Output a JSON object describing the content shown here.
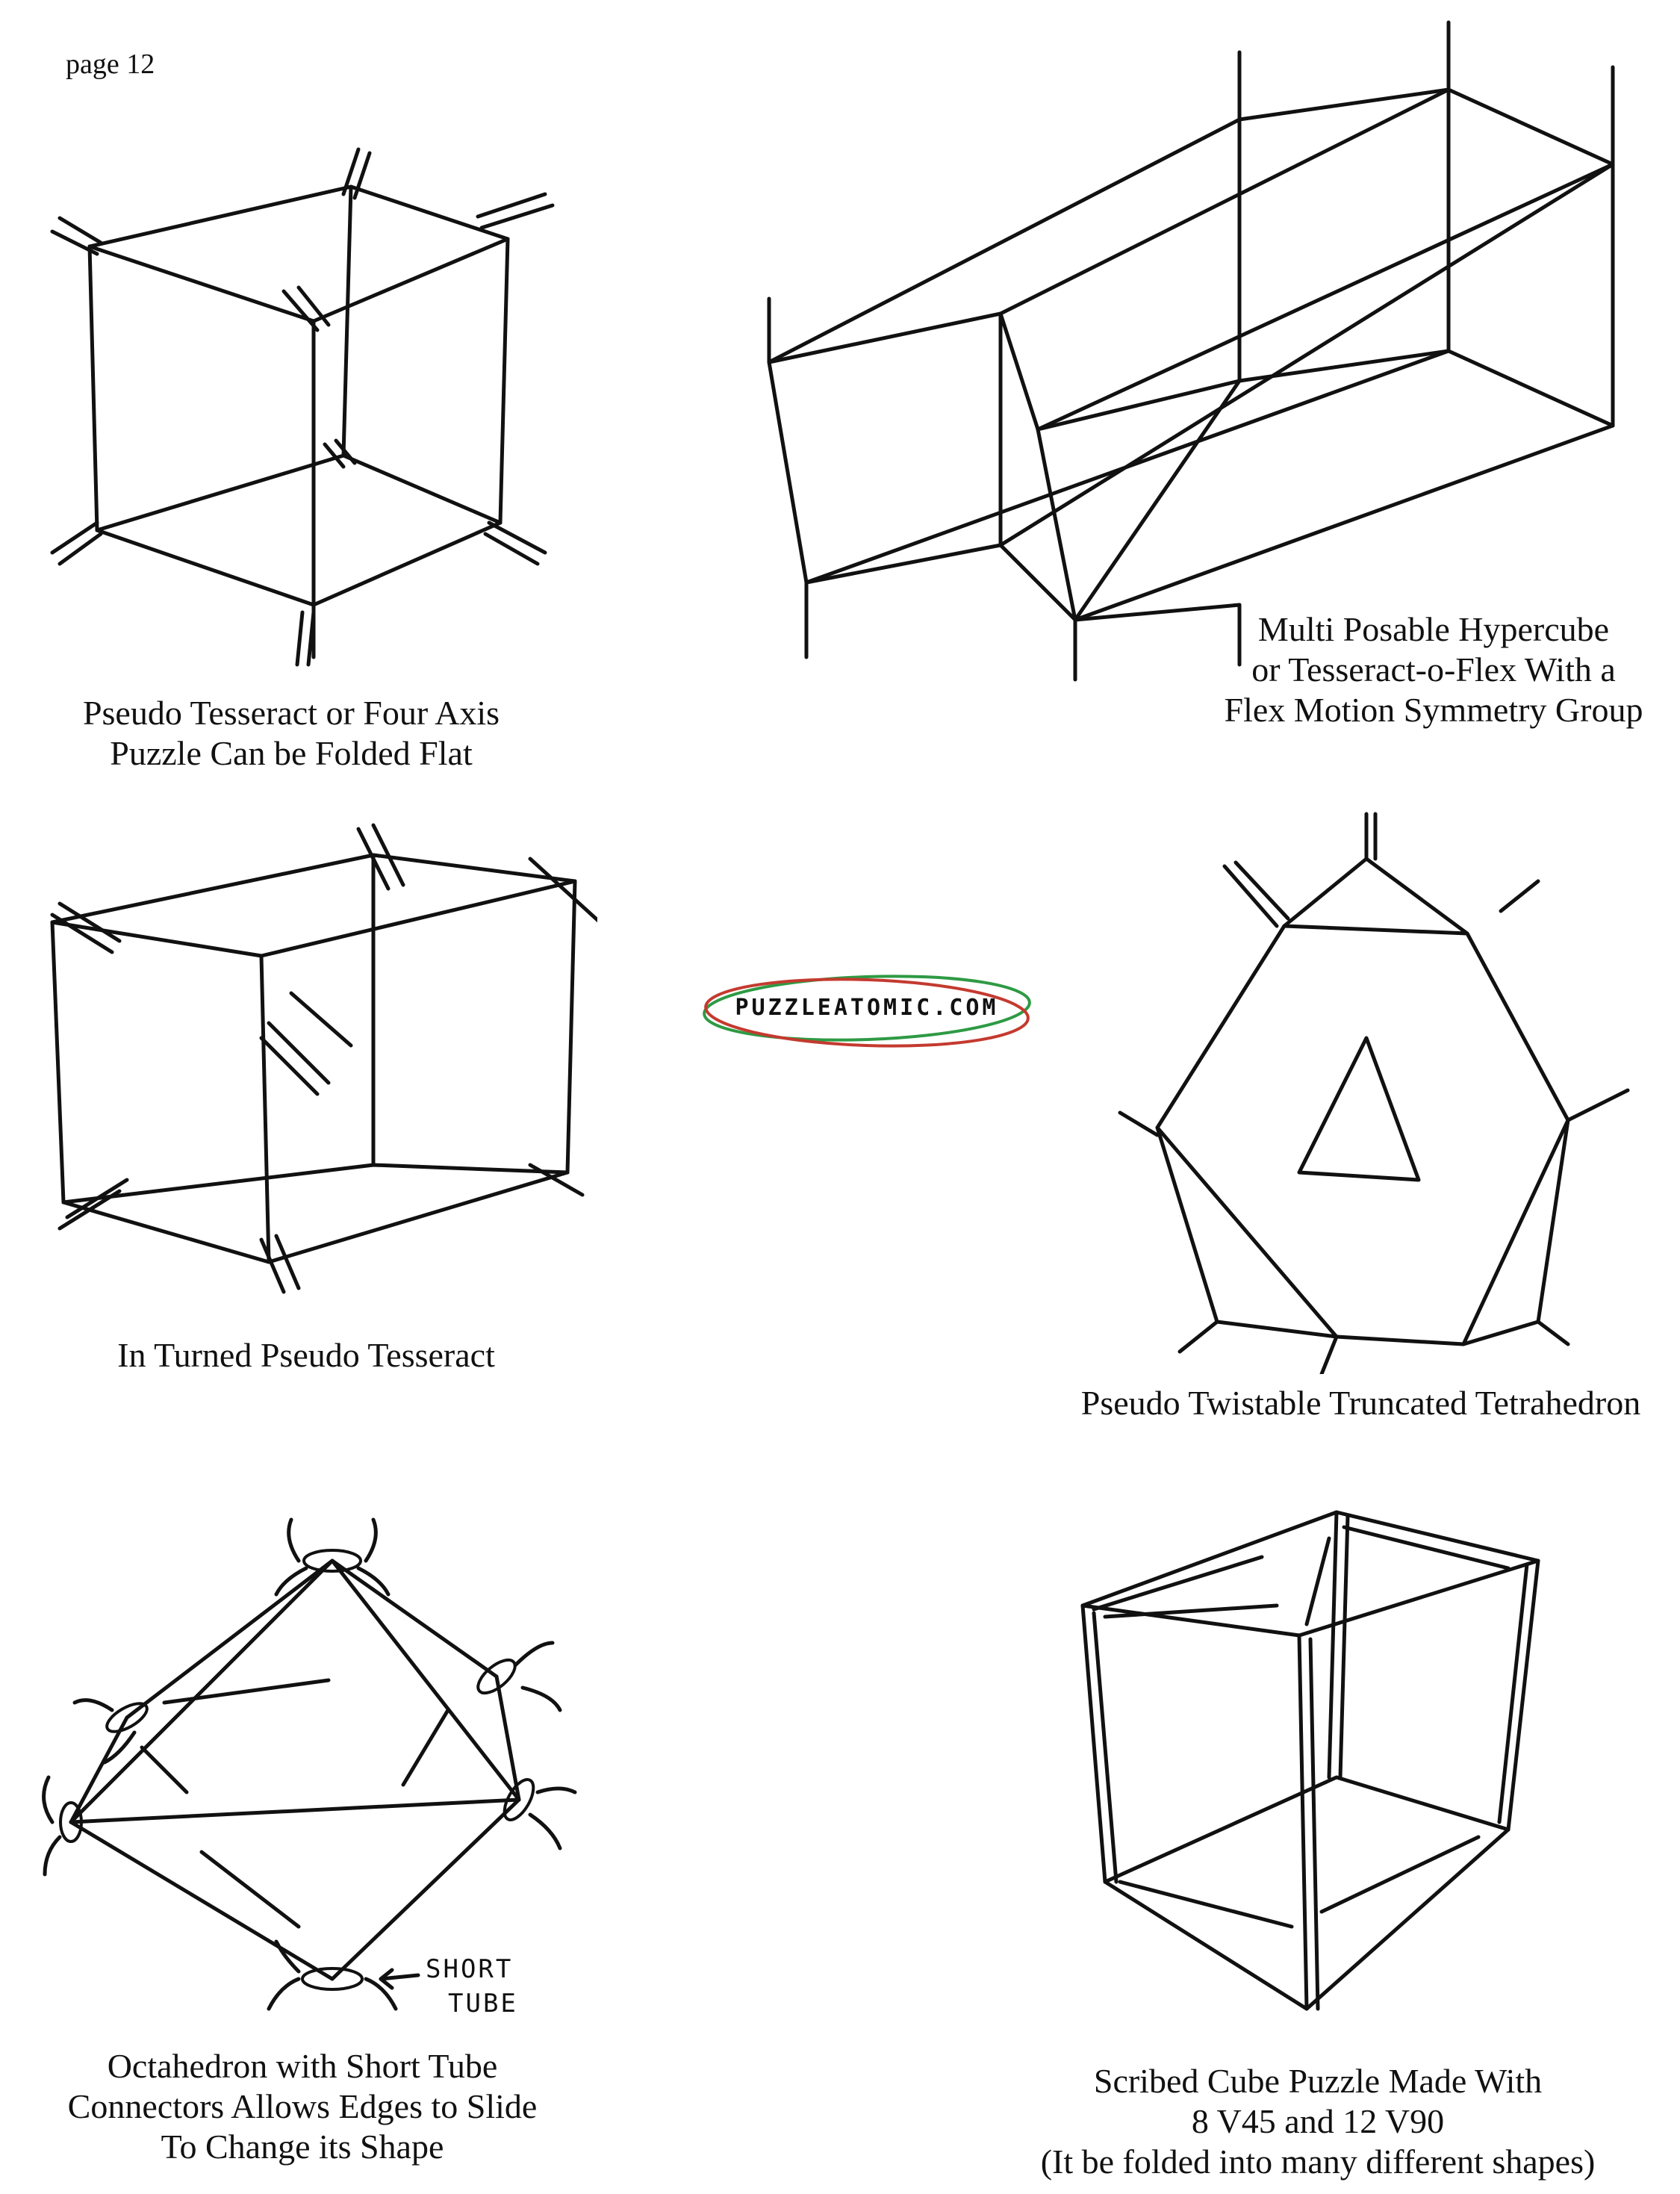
{
  "page_number": "page 12",
  "logo": {
    "text": "PUZZLEATOMIC.COM",
    "ring_colors": [
      "#2e9a44",
      "#c43a2f"
    ]
  },
  "figures": [
    {
      "caption_lines": [
        "Pseudo Tesseract or Four Axis",
        "Puzzle Can be Folded Flat"
      ]
    },
    {
      "caption_lines": [
        "Multi Posable Hypercube",
        "or Tesseract-o-Flex With a",
        "Flex Motion Symmetry Group"
      ]
    },
    {
      "caption_lines": [
        "In Turned Pseudo Tesseract"
      ]
    },
    {
      "caption_lines": [
        "Pseudo Twistable Truncated Tetrahedron"
      ]
    },
    {
      "caption_lines": [
        "Octahedron with Short Tube",
        "Connectors Allows Edges to Slide",
        "To Change its Shape"
      ],
      "annotation_lines": [
        "SHORT",
        "TUBE"
      ]
    },
    {
      "caption_lines": [
        "Scribed Cube Puzzle Made With",
        "8 V45 and 12 V90",
        "(It be folded into many different shapes)"
      ]
    }
  ]
}
